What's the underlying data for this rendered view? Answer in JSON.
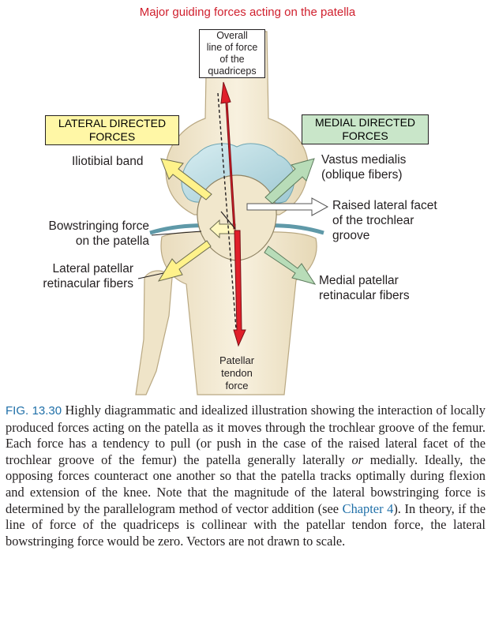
{
  "figure": {
    "title": "Major guiding forces acting on the patella",
    "lateral_box": [
      "LATERAL DIRECTED",
      "FORCES"
    ],
    "medial_box": [
      "MEDIAL DIRECTED",
      "FORCES"
    ],
    "quadriceps_label": [
      "Overall",
      "line of force",
      "of the",
      "quadriceps"
    ],
    "tendon_label": [
      "Patellar",
      "tendon",
      "force"
    ],
    "lateral_labels": {
      "iliotibial": "Iliotibial band",
      "bowstring": [
        "Bowstringing force",
        "on the patella"
      ],
      "retinacular": [
        "Lateral patellar",
        "retinacular fibers"
      ]
    },
    "medial_labels": {
      "vastus": [
        "Vastus medialis",
        "(oblique fibers)"
      ],
      "facet": [
        "Raised lateral facet",
        "of the trochlear",
        "groove"
      ],
      "retinacular": [
        "Medial patellar",
        "retinacular fibers"
      ]
    },
    "colors": {
      "title": "#d0202e",
      "force_red": "#e01f2a",
      "lateral_arrow": "#fff28a",
      "medial_arrow": "#b8dcb8",
      "lateral_box": "#fff7a6",
      "medial_box": "#c9e6c9",
      "bone": "#f3ead2",
      "cartilage": "#bcdde4",
      "figure_label": "#1f6fa8"
    }
  },
  "caption": {
    "fig_label": "FIG. 13.30",
    "text_1": " Highly diagrammatic and idealized illustration showing the interaction of locally produced forces acting on the patella as it moves through the trochlear groove of the femur. Each force has a tendency to pull (or push in the case of the raised lateral facet of the trochlear groove of the femur) the patella generally laterally ",
    "or": "or",
    "text_2": " medially. Ideally, the opposing forces counteract one another so that the patella tracks optimally during flexion and extension of the knee. Note that the magnitude of the lateral bowstringing force is determined by the parallelogram method of vector addition (see ",
    "chapter_link": "Chapter 4",
    "text_3": "). In theory, if the line of force of the quadriceps is collinear with the patellar tendon force, the lateral bowstringing force would be zero. Vectors are not drawn to scale."
  }
}
